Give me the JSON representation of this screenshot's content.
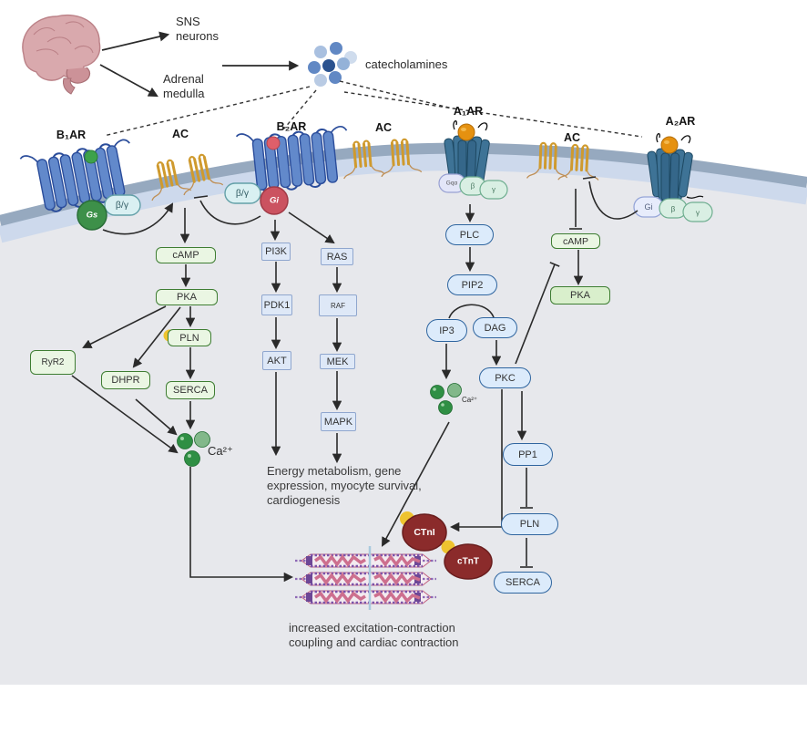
{
  "stimulus": {
    "sns_neurons": "SNS\nneurons",
    "adrenal_medulla": "Adrenal\nmedulla",
    "catecholamines": "catecholamines"
  },
  "receptors": {
    "b1ar": "B₁AR",
    "b2ar": "B₂AR",
    "a1ar": "A₁AR",
    "a2ar": "A₂AR",
    "ac1": "AC",
    "ac2": "AC",
    "ac3": "AC"
  },
  "g_proteins": {
    "gs": "Gs",
    "beta_gamma_b1": "β/γ",
    "beta_gamma_b2": "β/γ",
    "gi_b2": "Gi",
    "gq_alpha": "Gqα",
    "beta_a1": "β",
    "gamma_a1": "γ",
    "gi_a2": "Gi",
    "beta_a2": "β",
    "gamma_a2": "γ"
  },
  "nodes": {
    "camp_left": "cAMP",
    "pka_left": "PKA",
    "pln_left": "PLN",
    "ryr2": "RyR2",
    "dhpr": "DHPR",
    "serca_left": "SERCA",
    "pi3k": "PI3K",
    "pdk1": "PDK1",
    "akt": "AKT",
    "ras": "RAS",
    "raf": "RAF",
    "mek": "MEK",
    "mapk": "MAPK",
    "plc": "PLC",
    "pip2": "PIP2",
    "ip3": "IP3",
    "dag": "DAG",
    "pkc": "PKC",
    "pp1": "PP1",
    "pln_right": "PLN",
    "serca_right": "SERCA",
    "camp_right": "cAMP",
    "pka_right": "PKA"
  },
  "ions": {
    "ca_left": "Ca²⁺",
    "ca_right": "Ca²⁺"
  },
  "troponin": {
    "ctni": "CTnI",
    "ctnt": "cTnT"
  },
  "outcomes": {
    "b2_outcome": "Energy metabolism, gene expression, myocyte survival, cardiogenesis",
    "contraction_outcome": "increased excitation-contraction coupling and cardiac contraction"
  },
  "colors": {
    "membrane_outer": "#96a9bf",
    "membrane_inner": "#cdd9ec",
    "cytosol": "#e7e8ec",
    "green_node_fill": "#eaf6e3",
    "green_node_border": "#3e7d32",
    "blue_box_fill": "#dee8f7",
    "blue_box_border": "#8fa6ce",
    "blue_pill_fill": "#dcebfb",
    "blue_pill_border": "#2f659f",
    "gs_green": "#3d9049",
    "gi_red": "#cb5260",
    "receptor_blue": "#6289cb",
    "receptor_teal": "#3e7396",
    "ac_orange": "#cf9a2e",
    "troponin_red": "#8b2b2b",
    "phosphate_yellow": "#eec32f",
    "calcium_green": "#2f8f44"
  }
}
